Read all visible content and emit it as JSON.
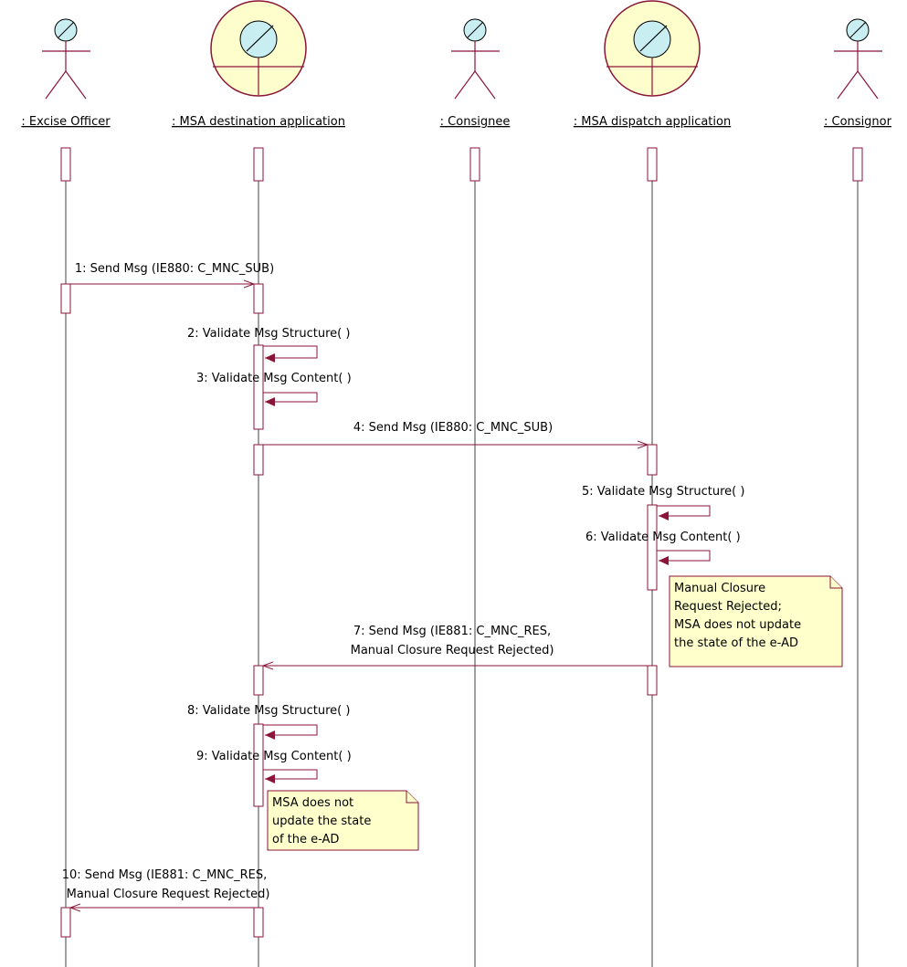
{
  "participants": [
    {
      "id": "excise-officer",
      "label": ": Excise Officer",
      "kind": "actor"
    },
    {
      "id": "msa-destination",
      "label": ": MSA destination application",
      "kind": "boundary"
    },
    {
      "id": "consignee",
      "label": ": Consignee",
      "kind": "actor"
    },
    {
      "id": "msa-dispatch",
      "label": ": MSA dispatch application",
      "kind": "boundary"
    },
    {
      "id": "consignor",
      "label": ": Consignor",
      "kind": "actor"
    }
  ],
  "messages": [
    {
      "n": "1",
      "lines": [
        "1: Send Msg (IE880: C_MNC_SUB)"
      ],
      "from": "excise-officer",
      "to": "msa-destination"
    },
    {
      "n": "2",
      "lines": [
        "2: Validate Msg Structure( )"
      ],
      "from": "msa-destination",
      "to": "msa-destination"
    },
    {
      "n": "3",
      "lines": [
        "3: Validate Msg Content( )"
      ],
      "from": "msa-destination",
      "to": "msa-destination"
    },
    {
      "n": "4",
      "lines": [
        "4: Send Msg (IE880: C_MNC_SUB)"
      ],
      "from": "msa-destination",
      "to": "msa-dispatch"
    },
    {
      "n": "5",
      "lines": [
        "5: Validate Msg Structure( )"
      ],
      "from": "msa-dispatch",
      "to": "msa-dispatch"
    },
    {
      "n": "6",
      "lines": [
        "6: Validate Msg Content( )"
      ],
      "from": "msa-dispatch",
      "to": "msa-dispatch"
    },
    {
      "n": "7",
      "lines": [
        "7: Send Msg (IE881: C_MNC_RES,",
        "Manual Closure Request Rejected)"
      ],
      "from": "msa-dispatch",
      "to": "msa-destination"
    },
    {
      "n": "8",
      "lines": [
        "8: Validate Msg Structure( )"
      ],
      "from": "msa-destination",
      "to": "msa-destination"
    },
    {
      "n": "9",
      "lines": [
        "9: Validate Msg Content( )"
      ],
      "from": "msa-destination",
      "to": "msa-destination"
    },
    {
      "n": "10",
      "lines": [
        "10: Send Msg (IE881: C_MNC_RES,",
        "Manual Closure Request Rejected)"
      ],
      "from": "msa-destination",
      "to": "excise-officer"
    }
  ],
  "notes": [
    {
      "id": "note-dispatch",
      "lines": [
        "Manual Closure",
        "Request Rejected;",
        "MSA does not update",
        "the state of the e-AD"
      ]
    },
    {
      "id": "note-destination",
      "lines": [
        "MSA does not",
        "update the state",
        "of the e-AD"
      ]
    }
  ],
  "colors": {
    "line": "#8a1538",
    "note_fill": "#ffffcc",
    "boundary_fill": "#fefecc",
    "head_fill": "#c8eef2"
  }
}
